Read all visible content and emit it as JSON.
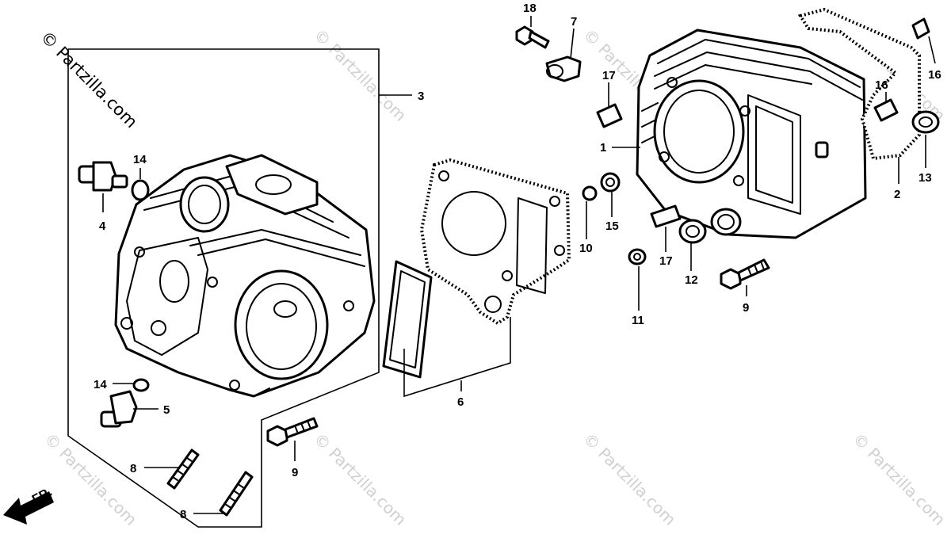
{
  "watermarks": {
    "corner": "© Partzilla.com",
    "repeat": "© Partzilla.com"
  },
  "front_marker": "FR.",
  "callouts": {
    "c1": "1",
    "c2": "2",
    "c3": "3",
    "c4": "4",
    "c5": "5",
    "c6": "6",
    "c7": "7",
    "c8a": "8",
    "c8b": "8",
    "c9a": "9",
    "c9b": "9",
    "c10": "10",
    "c11": "11",
    "c12": "12",
    "c13": "13",
    "c14a": "14",
    "c14b": "14",
    "c15": "15",
    "c16a": "16",
    "c16b": "16",
    "c17a": "17",
    "c17b": "17",
    "c18": "18"
  }
}
